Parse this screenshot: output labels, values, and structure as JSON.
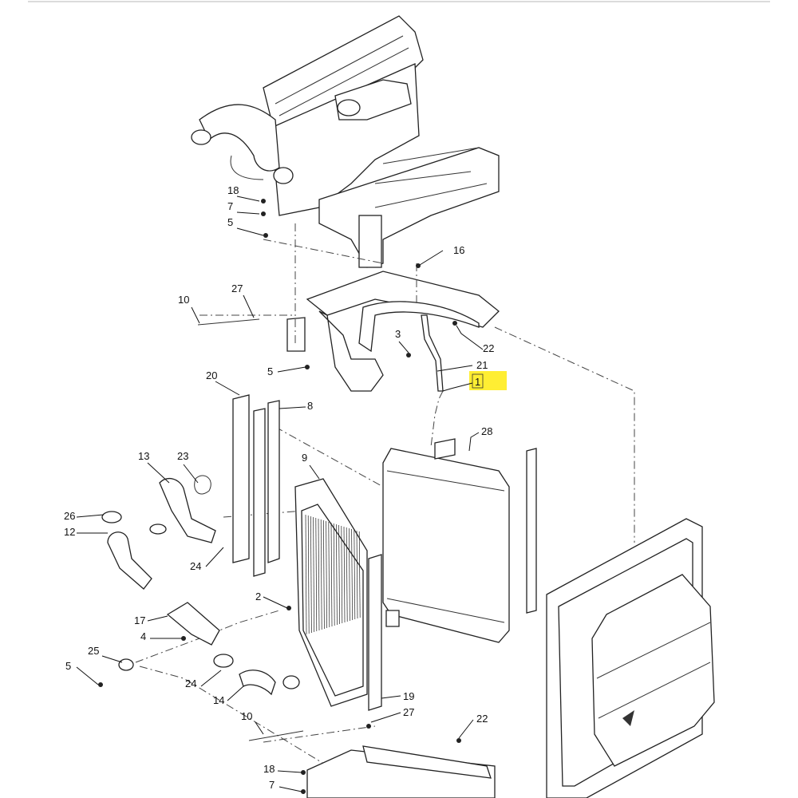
{
  "diagram": {
    "highlight_color": "#ffee33",
    "callouts": [
      {
        "id": "c18a",
        "text": "18"
      },
      {
        "id": "c7a",
        "text": "7"
      },
      {
        "id": "c5a",
        "text": "5"
      },
      {
        "id": "c16",
        "text": "16"
      },
      {
        "id": "c10a",
        "text": "10"
      },
      {
        "id": "c27a",
        "text": "27"
      },
      {
        "id": "c3",
        "text": "3"
      },
      {
        "id": "c22a",
        "text": "22"
      },
      {
        "id": "c21",
        "text": "21"
      },
      {
        "id": "c1",
        "text": "1"
      },
      {
        "id": "c5b",
        "text": "5"
      },
      {
        "id": "c20",
        "text": "20"
      },
      {
        "id": "c8",
        "text": "8"
      },
      {
        "id": "c28",
        "text": "28"
      },
      {
        "id": "c13",
        "text": "13"
      },
      {
        "id": "c23",
        "text": "23"
      },
      {
        "id": "c9",
        "text": "9"
      },
      {
        "id": "c26",
        "text": "26"
      },
      {
        "id": "c12",
        "text": "12"
      },
      {
        "id": "c24a",
        "text": "24"
      },
      {
        "id": "c2",
        "text": "2"
      },
      {
        "id": "c17",
        "text": "17"
      },
      {
        "id": "c4",
        "text": "4"
      },
      {
        "id": "c25",
        "text": "25"
      },
      {
        "id": "c5c",
        "text": "5"
      },
      {
        "id": "c24b",
        "text": "24"
      },
      {
        "id": "c14",
        "text": "14"
      },
      {
        "id": "c19",
        "text": "19"
      },
      {
        "id": "c27b",
        "text": "27"
      },
      {
        "id": "c10b",
        "text": "10"
      },
      {
        "id": "c22b",
        "text": "22"
      },
      {
        "id": "c18b",
        "text": "18"
      },
      {
        "id": "c7b",
        "text": "7"
      }
    ]
  }
}
